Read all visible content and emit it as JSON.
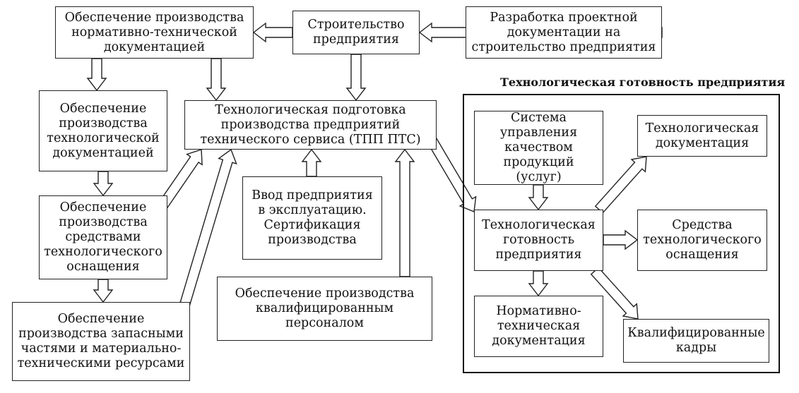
{
  "boxes": {
    "ntd_supply": "Обеспечение производства\nнормативно-технической\nдокументацией",
    "construction": "Строительство\nпредприятия",
    "design_docs": "Разработка проектной\nдокументации на\nстроительство предприятия",
    "tech_doc_supply": "Обеспечение\nпроизводства\nтехнологической\nдокументацией",
    "tpp_pts": "Технологическая подготовка\nпроизводства предприятий\nтехнического сервиса (ТПП ПТС)",
    "equipment_supply": "Обеспечение\nпроизводства\nсредствами\nтехнологического\nоснащения",
    "commissioning": "Ввод предприятия\nв эксплуатацию.\nСертификация\nпроизводства",
    "spare_parts_supply": "Обеспечение\nпроизводства запасными\nчастями и материально-\nтехническими ресурсами",
    "personnel_supply": "Обеспечение производства\nквалифицированным\nперсоналом",
    "quality_system": "Система\nуправления\nкачеством\nпродукций (услуг)",
    "readiness": "Технологическая\nготовность\nпредприятия",
    "tech_documentation": "Технологическая\nдокументация",
    "tech_equipment": "Средства\nтехнологического\nоснащения",
    "normative_docs": "Нормативно-\nтехническая\nдокументация",
    "qualified_staff": "Квалифицированные\nкадры"
  },
  "frame_title": "Технологическая готовность предприятия"
}
